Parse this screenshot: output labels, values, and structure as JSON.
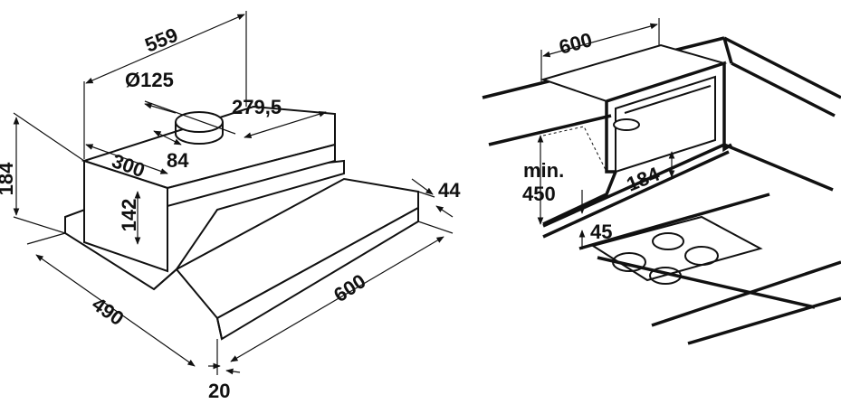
{
  "hood_drawing": {
    "width_top": "559",
    "duct_diameter": "Ø125",
    "duct_offset_side": "279,5",
    "duct_offset_front": "300",
    "duct_offset_depth": "84",
    "height_total": "184",
    "height_body": "142",
    "front_panel_height": "44",
    "depth": "490",
    "width": "600",
    "front_panel_thickness": "20"
  },
  "installation_drawing": {
    "cabinet_width": "600",
    "min_label": "min.",
    "min_height": "450",
    "cabinet_height": "184",
    "hob_offset": "45"
  }
}
